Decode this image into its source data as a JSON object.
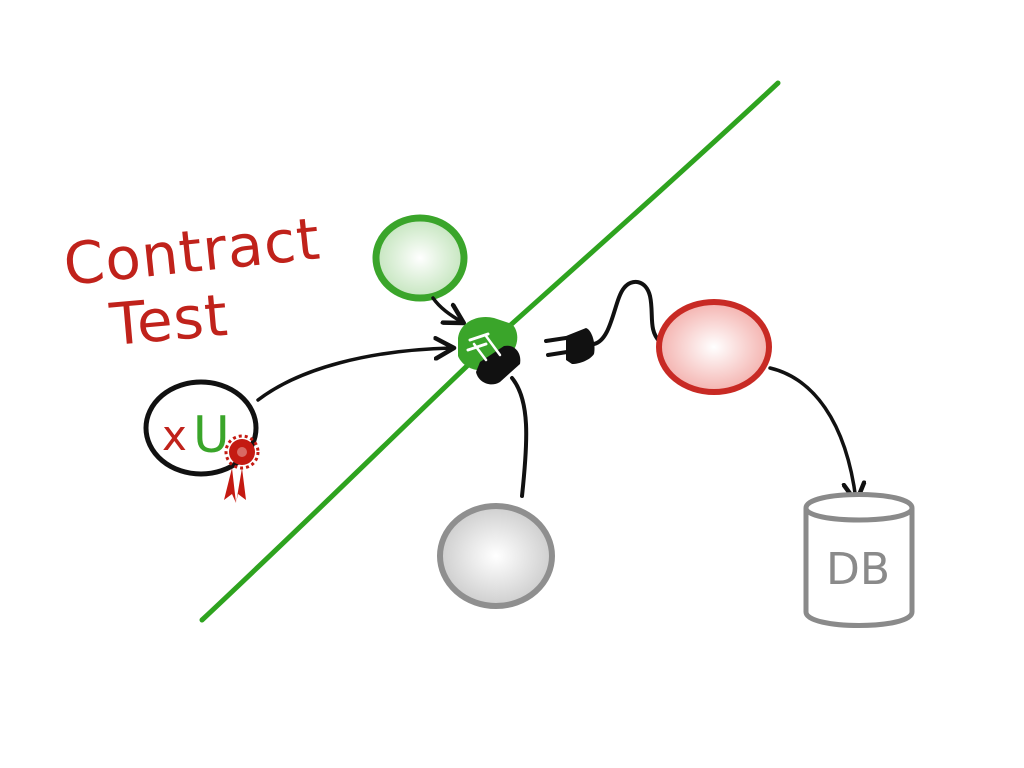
{
  "title": {
    "line1": "Contract",
    "line2": "Test"
  },
  "test_framework": {
    "letter_x": "x",
    "letter_u": "U"
  },
  "database": {
    "label": "DB"
  },
  "colors": {
    "title": "#c0221b",
    "boundary_line": "#2ea31f",
    "green_node": "#3aa52a",
    "red_node": "#c82a24",
    "gray_node": "#8f8f8f",
    "plug": "#111111",
    "ribbon": "#c41a12",
    "db": "#8a8a8a"
  },
  "icons": {
    "plug_socket": "plug-socket-icon",
    "power_plug": "power-plug-icon",
    "award_ribbon": "award-ribbon-icon",
    "database": "database-cylinder-icon"
  }
}
